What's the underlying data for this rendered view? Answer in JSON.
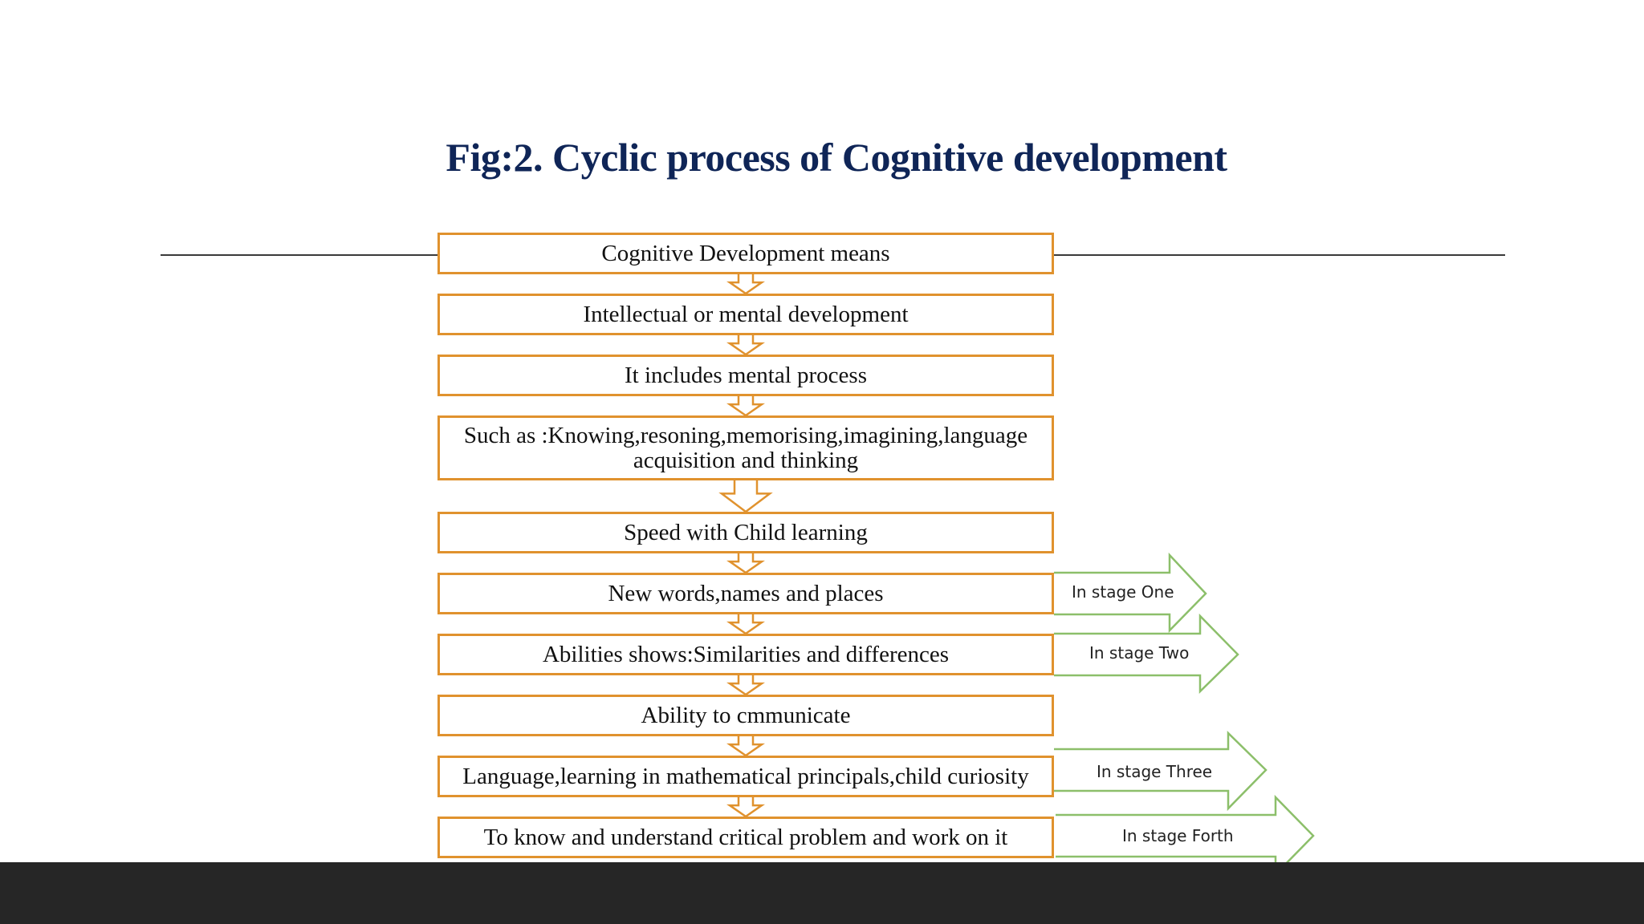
{
  "title": "Fig:2. Cyclic process of Cognitive development",
  "steps": [
    "Cognitive Development means",
    "Intellectual or mental development",
    "It includes mental process",
    "Such as :Knowing,resoning,memorising,imagining,language acquisition and thinking",
    "Speed with Child learning",
    "New words,names and places",
    "Abilities shows:Similarities and differences",
    "Ability to cmmunicate",
    "Language,learning in mathematical principals,child curiosity",
    "To know and understand critical problem and work on it"
  ],
  "stages": [
    {
      "label": "In stage One",
      "step_index": 5
    },
    {
      "label": "In stage Two",
      "step_index": 6
    },
    {
      "label": "In stage Three",
      "step_index": 8
    },
    {
      "label": "In stage Forth",
      "step_index": 9
    }
  ],
  "colors": {
    "title": "#0f2557",
    "box_border": "#e0922e",
    "stage_arrow": "#8cbf6a",
    "footer": "#262626"
  }
}
